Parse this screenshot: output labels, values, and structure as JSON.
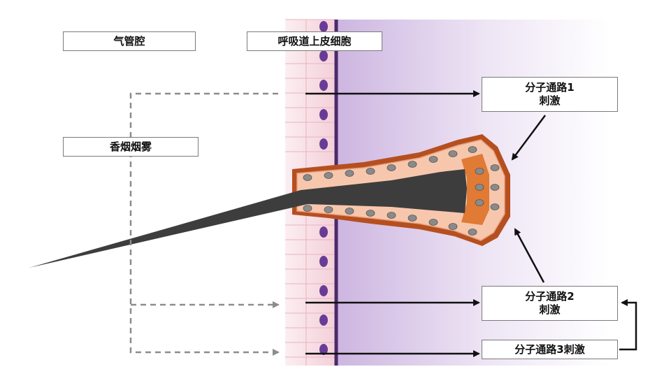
{
  "labels": {
    "lumen": "气管腔",
    "epithelium": "呼吸道上皮细胞",
    "smoke": "香烟烟雾",
    "pathway1_line1": "分子通路1",
    "pathway1_line2": "刺激",
    "pathway2_line1": "分子通路2",
    "pathway2_line2": "刺激",
    "pathway3": "分子通路3刺激"
  },
  "colors": {
    "tumor_dark": "#3d3d3d",
    "cell_fill": "#f7c7ad",
    "cell_border": "#e9a07d",
    "basal_cell": "#e07a35",
    "outer_layer": "#b64f1f",
    "nucleus_gray": "#8a8a8a",
    "nucleus_purple": "#6a3b96",
    "epithelium_pink": "#f6dde4",
    "stroma_purple": "#cdb6e0",
    "basement_membrane": "#4a2a6a",
    "arrow_solid": "#111111",
    "arrow_dashed": "#8c8c8c"
  }
}
